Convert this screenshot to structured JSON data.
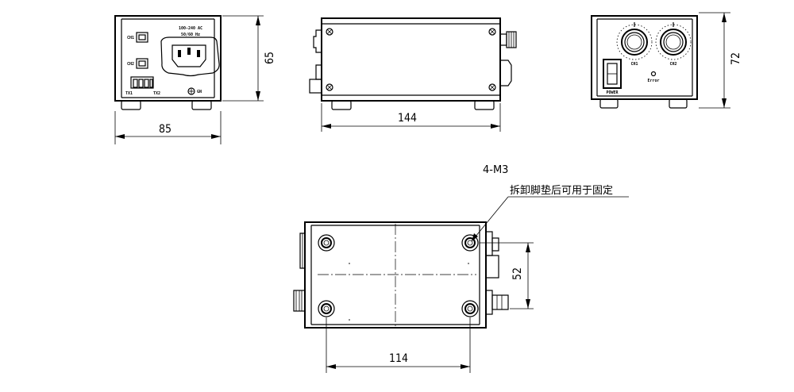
{
  "views": {
    "front": {
      "voltage_label": "100-240 AC",
      "freq_label": "50/60 Hz",
      "ch1_label": "CH1",
      "ch2_label": "CH2",
      "term_left": "TX1",
      "term_right": "TX2",
      "gnd_label": "GN",
      "width_dim": "85",
      "height_dim": "65"
    },
    "side": {
      "length_dim": "144"
    },
    "rear": {
      "knob1_label": "CH1",
      "knob2_label": "CH2",
      "power_label": "POWER",
      "error_label": "Error",
      "height_dim": "72"
    },
    "bottom": {
      "screw_spec": "4-M3",
      "note": "拆卸脚垫后可用于固定",
      "hole_span_dim": "114",
      "hole_pitch_dim": "52"
    }
  }
}
